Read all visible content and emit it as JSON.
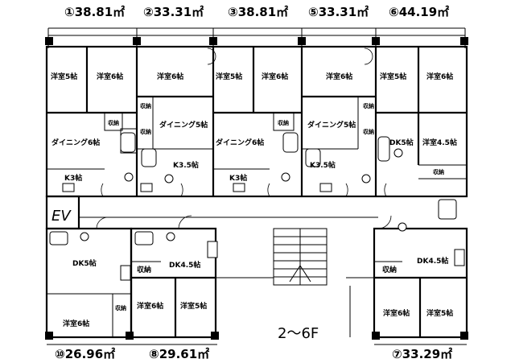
{
  "units_top": [
    {
      "label": "①38.81㎡"
    },
    {
      "label": "②33.31㎡"
    },
    {
      "label": "③38.81㎡"
    },
    {
      "label": "⑤33.31㎡"
    },
    {
      "label": "⑥44.19㎡"
    }
  ],
  "units_bottom": [
    {
      "label": "⑩26.96㎡"
    },
    {
      "label": "⑧29.61㎡"
    },
    {
      "label": "⑦33.29㎡"
    }
  ],
  "rooms": {
    "u1_western5": "洋室5帖",
    "u1_western6": "洋室6帖",
    "u1_dining": "ダイニング6帖",
    "u1_storage": "収納",
    "u1_kitchen": "K3帖",
    "u2_western6": "洋室6帖",
    "u2_dining": "ダイニング5帖",
    "u2_kitchen": "K3.5帖",
    "u2_storage_a": "収納",
    "u2_storage_b": "収納",
    "u3_western5": "洋室5帖",
    "u3_western6": "洋室6帖",
    "u3_dining": "ダイニング6帖",
    "u3_storage": "収納",
    "u3_kitchen": "K3帖",
    "u5_western6": "洋室6帖",
    "u5_dining": "ダイニング5帖",
    "u5_kitchen": "K3.5帖",
    "u5_storage_a": "収納",
    "u5_storage_b": "収納",
    "u6_western5": "洋室5帖",
    "u6_western6": "洋室6帖",
    "u6_dk": "DK5帖",
    "u6_western45": "洋室4.5帖",
    "u6_storage": "収納",
    "u10_dk": "DK5帖",
    "u10_western6": "洋室6帖",
    "u10_storage": "収納",
    "u8_storage": "収納",
    "u8_dk": "DK4.5帖",
    "u8_western6": "洋室6帖",
    "u8_western5": "洋室5帖",
    "u7_storage": "収納",
    "u7_dk": "DK4.5帖",
    "u7_western6": "洋室6帖",
    "u7_western5": "洋室5帖"
  },
  "ev_label": "EV",
  "floor_label": "2～6F"
}
